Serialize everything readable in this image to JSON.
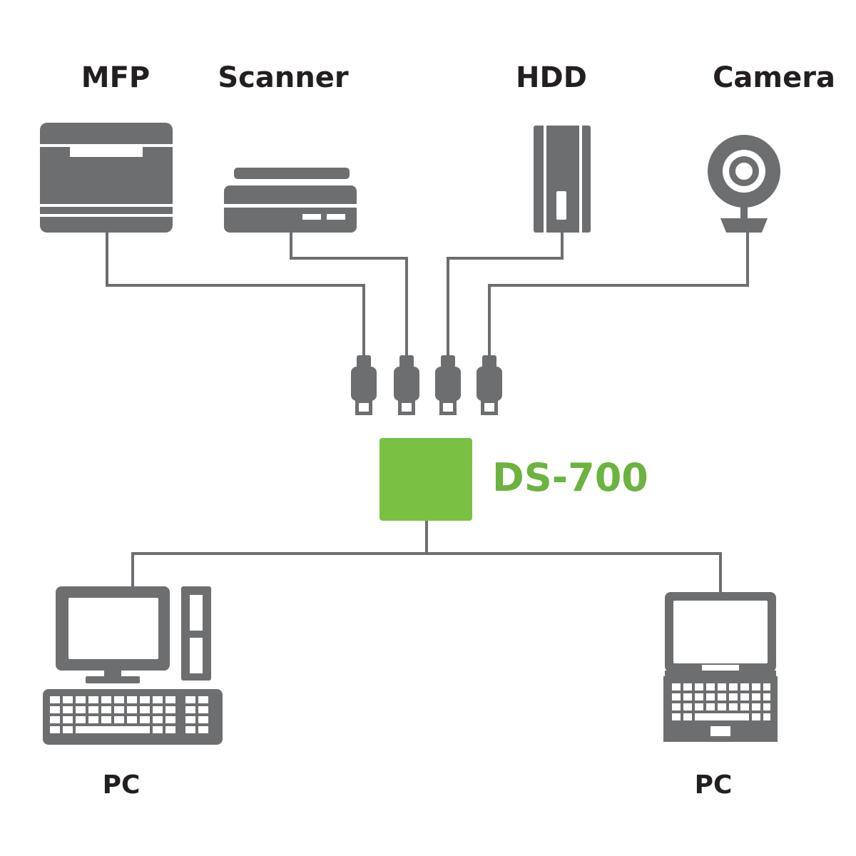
{
  "labels": {
    "mfp": "MFP",
    "scanner": "Scanner",
    "hdd": "HDD",
    "camera": "Camera",
    "server": "DS-700",
    "pc_left": "PC",
    "pc_right": "PC"
  },
  "icons": {
    "mfp": "printer-icon",
    "scanner": "scanner-icon",
    "hdd": "hard-drive-icon",
    "camera": "webcam-icon",
    "server": "server-box",
    "pc_left": "desktop-computer-icon",
    "pc_right": "laptop-icon",
    "plug": "usb-plug-icon"
  },
  "colors": {
    "device": "#6d6e70",
    "accent": "#7ac143",
    "accent_text": "#6cb33f",
    "text": "#231f20"
  }
}
